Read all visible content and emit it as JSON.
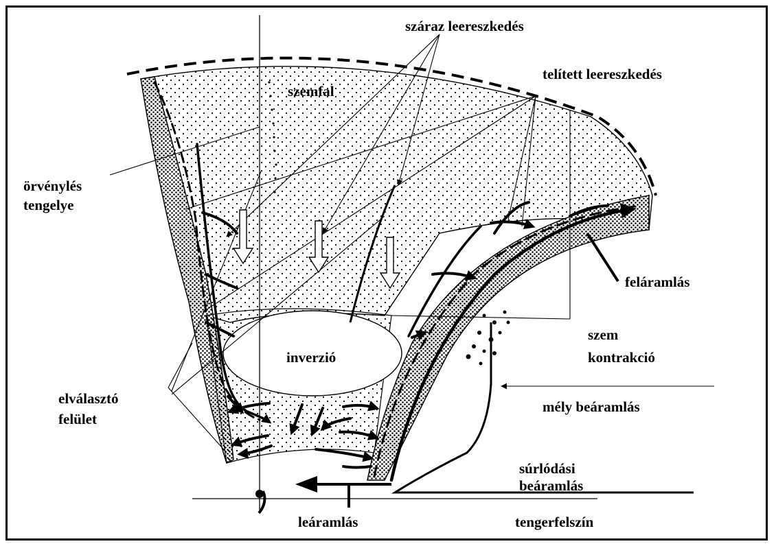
{
  "labels": {
    "dry_descent": "száraz leereszkedés",
    "saturated_descent": "telített leereszkedés",
    "eyewall": "szemfal",
    "vortex_axis_line1": "örvénylés",
    "vortex_axis_line2": "tengelye",
    "updraft": "feláramlás",
    "inversion": "inverzió",
    "eye_contraction_line1": "szem",
    "eye_contraction_line2": "kontrakció",
    "separating_surface_line1": "elválasztó",
    "separating_surface_line2": "felület",
    "deep_inflow": "mély beáramlás",
    "friction_inflow_line1": "súrlódási",
    "friction_inflow_line2": "beáramlás",
    "downdraft": "leáramlás",
    "sea_surface": "tengerfelszín"
  },
  "icons": {
    "hurricane_symbol": "hurricane-symbol-icon"
  }
}
